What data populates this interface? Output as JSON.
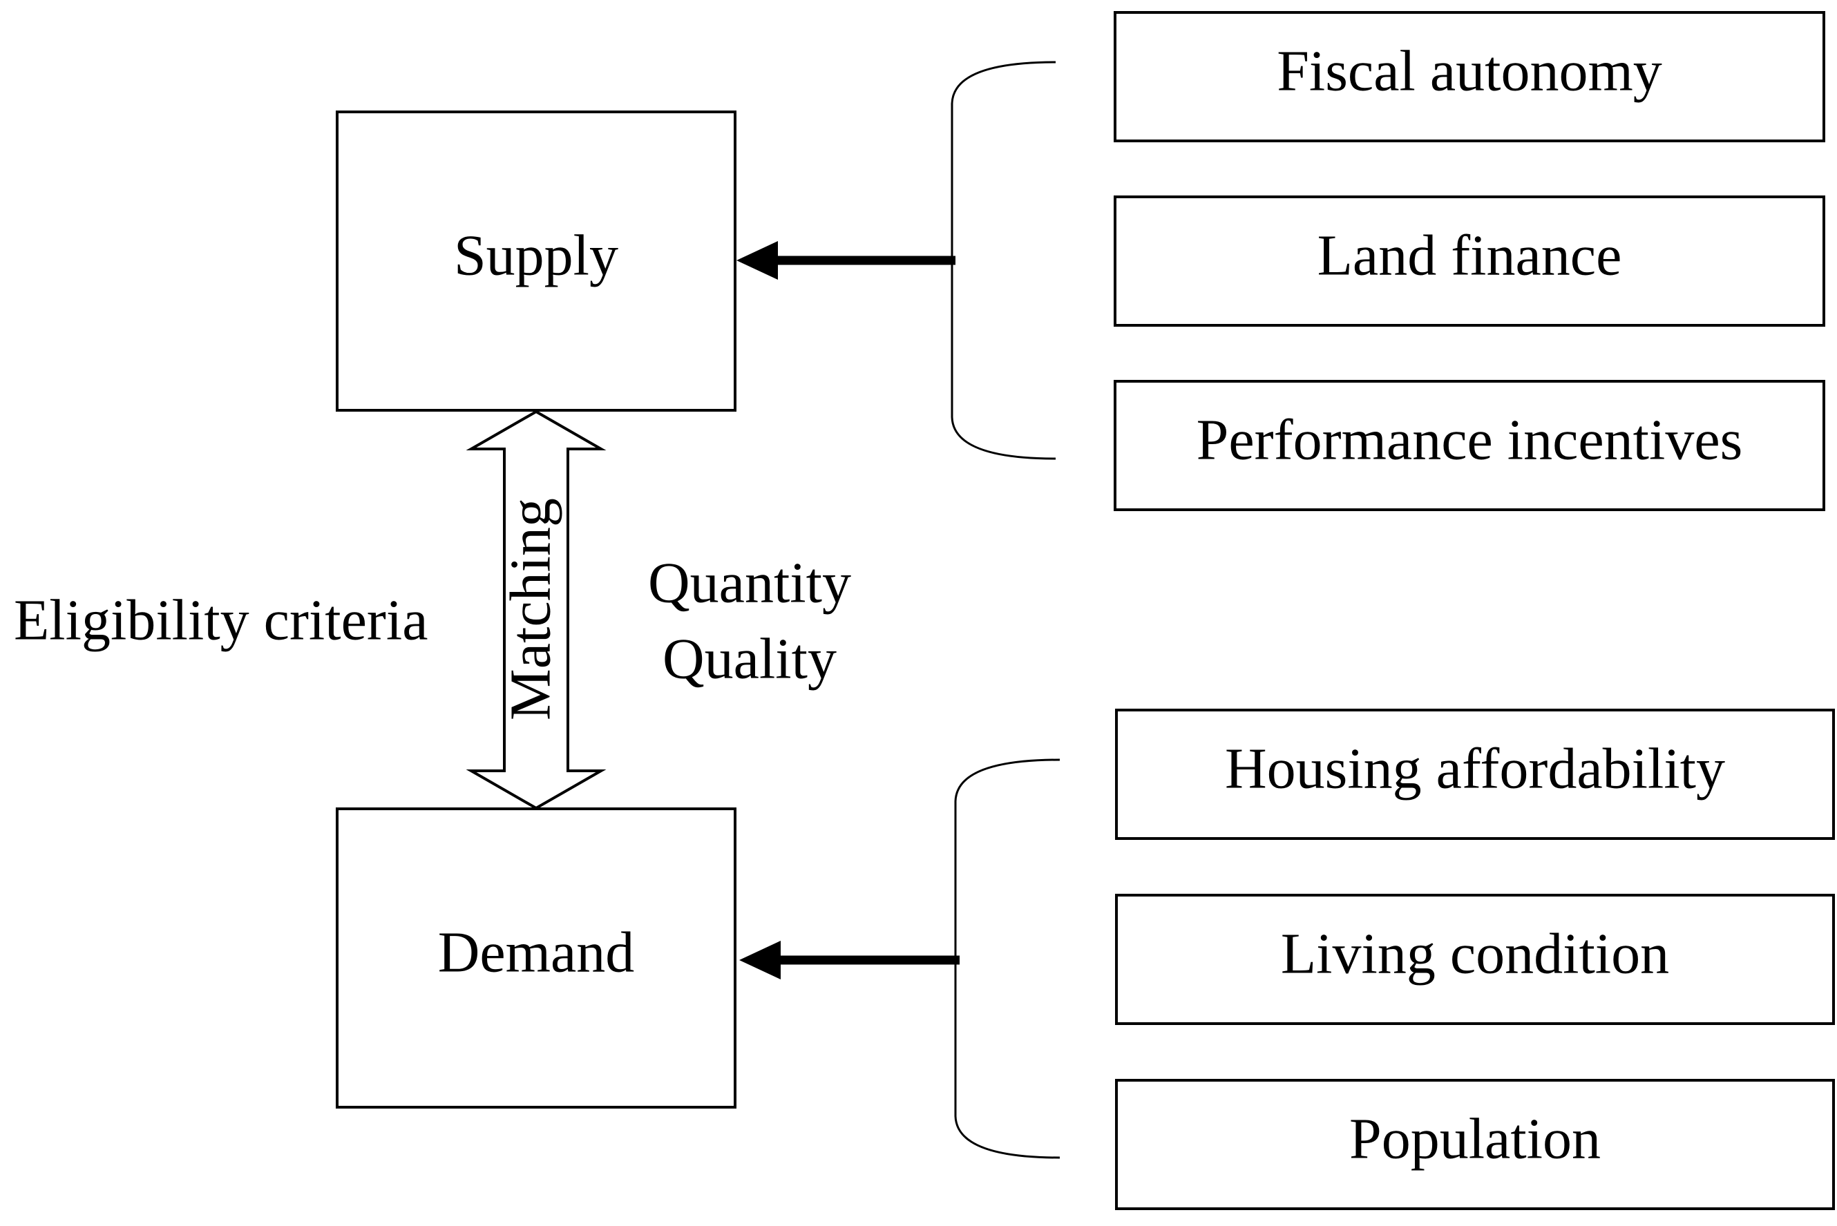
{
  "main": {
    "supply_label": "Supply",
    "demand_label": "Demand"
  },
  "link": {
    "left_label": "Eligibility criteria",
    "arrow_label": "Matching",
    "right_line1": "Quantity",
    "right_line2": "Quality"
  },
  "supply_factors": [
    "Fiscal autonomy",
    "Land finance",
    "Performance incentives"
  ],
  "demand_factors": [
    "Housing affordability",
    "Living condition",
    "Population"
  ],
  "colors": {
    "stroke": "#000000",
    "background": "#ffffff"
  }
}
